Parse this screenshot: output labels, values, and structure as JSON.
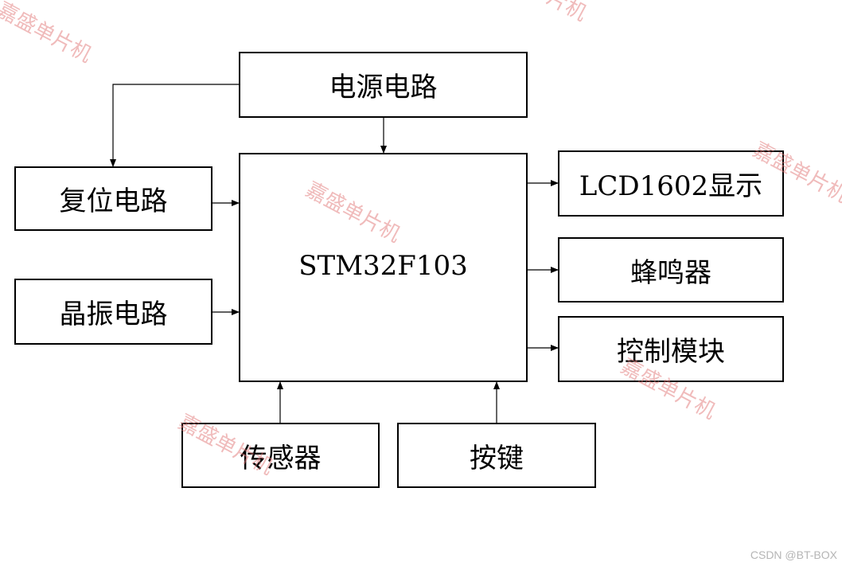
{
  "blocks": {
    "power": "电源电路",
    "reset": "复位电路",
    "crystal": "晶振电路",
    "mcu": "STM32F103",
    "lcd": "LCD1602显示",
    "buzzer": "蜂鸣器",
    "control": "控制模块",
    "sensor": "传感器",
    "keys": "按键"
  },
  "watermark": "嘉盛单片机",
  "credit": "CSDN @BT-BOX"
}
